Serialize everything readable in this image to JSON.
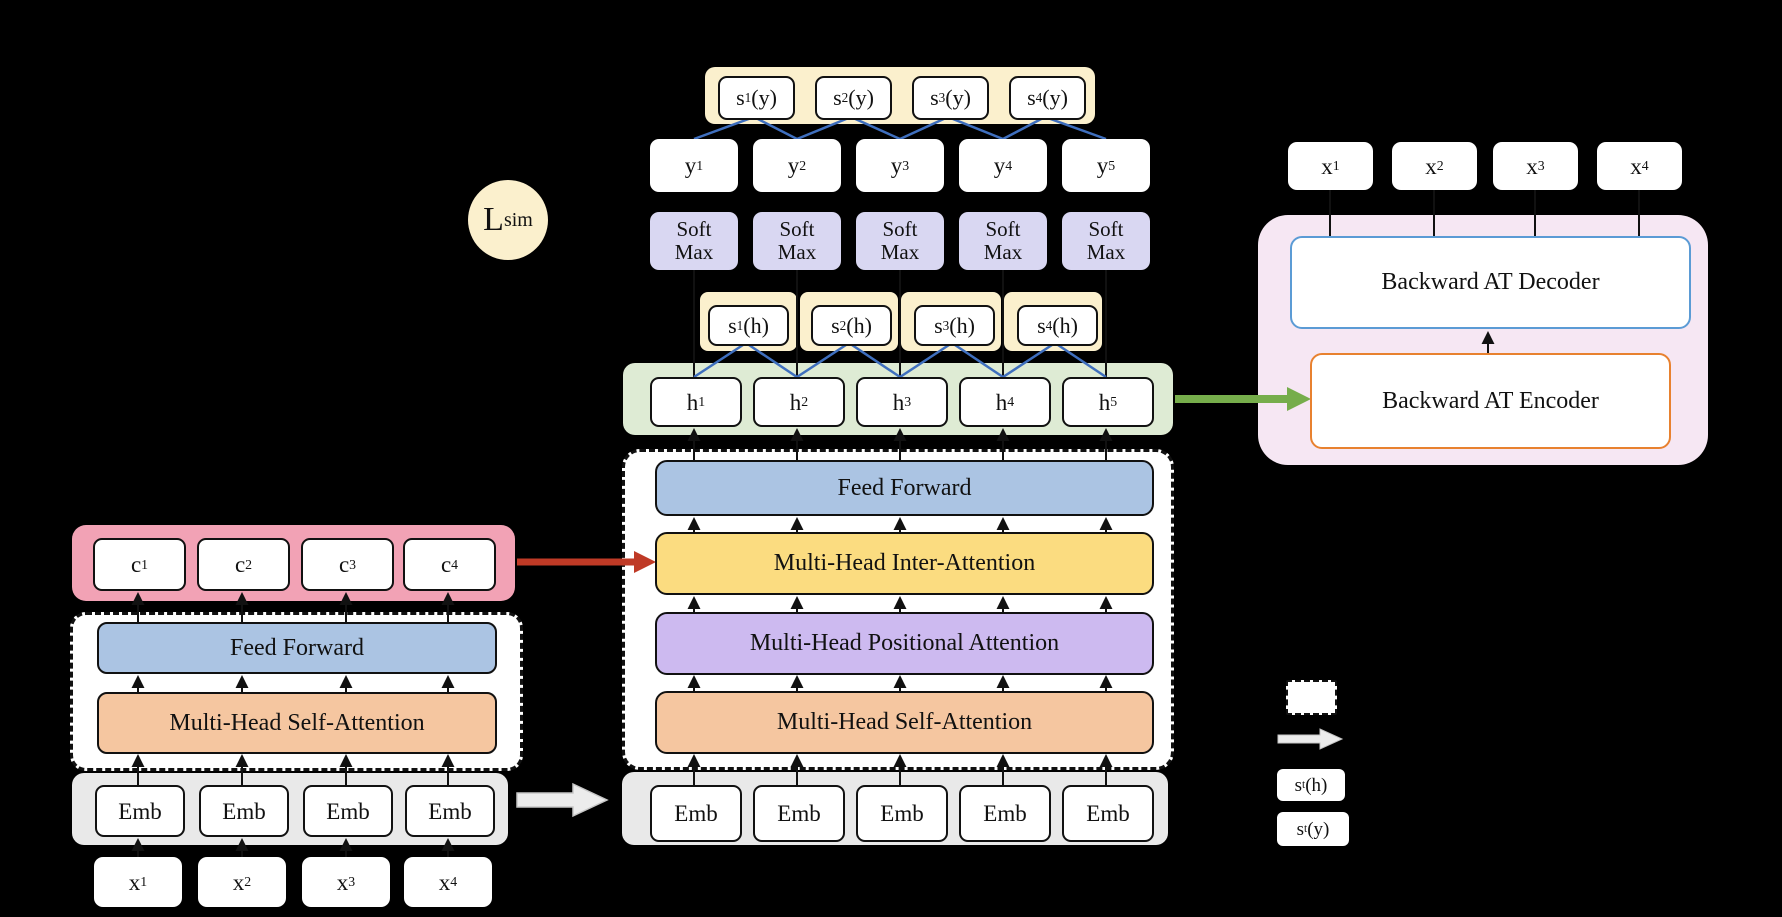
{
  "colors": {
    "background": "#000000",
    "cream": "#fbf0cd",
    "softmax_lavender": "#d9d7f2",
    "green_container": "#deebd4",
    "gray_container": "#e9e9e9",
    "pink_strong": "#f2a2b5",
    "pink_light": "#f6e7f3",
    "bar_blue": "#abc4e3",
    "bar_yellow": "#fbdc80",
    "bar_purple": "#cdbaf0",
    "bar_orange": "#f5c6a0",
    "arrow_red": "#bf3a26",
    "arrow_green": "#76ad4b",
    "zigzag_blue": "#3f6fbe",
    "decoder_border_blue": "#5b9bd5",
    "encoder_border_orange": "#e8812f"
  },
  "loss": {
    "base": "L",
    "sub": "sim"
  },
  "softmax": {
    "line1": "Soft",
    "line2": "Max"
  },
  "emb_label": "Emb",
  "top": {
    "s_y": [
      {
        "b": "s",
        "sub": "1",
        "suf": "(y)"
      },
      {
        "b": "s",
        "sub": "2",
        "suf": "(y)"
      },
      {
        "b": "s",
        "sub": "3",
        "suf": "(y)"
      },
      {
        "b": "s",
        "sub": "4",
        "suf": "(y)"
      }
    ],
    "y": [
      {
        "b": "y",
        "sub": "1"
      },
      {
        "b": "y",
        "sub": "2"
      },
      {
        "b": "y",
        "sub": "3"
      },
      {
        "b": "y",
        "sub": "4"
      },
      {
        "b": "y",
        "sub": "5"
      }
    ]
  },
  "mid": {
    "s_h": [
      {
        "b": "s",
        "sub": "1",
        "suf": "(h)"
      },
      {
        "b": "s",
        "sub": "2",
        "suf": "(h)"
      },
      {
        "b": "s",
        "sub": "3",
        "suf": "(h)"
      },
      {
        "b": "s",
        "sub": "4",
        "suf": "(h)"
      }
    ],
    "h": [
      {
        "b": "h",
        "sub": "1"
      },
      {
        "b": "h",
        "sub": "2"
      },
      {
        "b": "h",
        "sub": "3"
      },
      {
        "b": "h",
        "sub": "4"
      },
      {
        "b": "h",
        "sub": "5"
      }
    ],
    "layers": {
      "ff": "Feed Forward",
      "inter": "Multi-Head Inter-Attention",
      "pos": "Multi-Head Positional Attention",
      "self": "Multi-Head Self-Attention"
    }
  },
  "left": {
    "c": [
      {
        "b": "c",
        "sub": "1"
      },
      {
        "b": "c",
        "sub": "2"
      },
      {
        "b": "c",
        "sub": "3"
      },
      {
        "b": "c",
        "sub": "4"
      }
    ],
    "x": [
      {
        "b": "x",
        "sub": "1"
      },
      {
        "b": "x",
        "sub": "2"
      },
      {
        "b": "x",
        "sub": "3"
      },
      {
        "b": "x",
        "sub": "4"
      }
    ],
    "layers": {
      "ff": "Feed Forward",
      "self": "Multi-Head Self-Attention"
    }
  },
  "right": {
    "x": [
      {
        "b": "x",
        "sub": "1"
      },
      {
        "b": "x",
        "sub": "2"
      },
      {
        "b": "x",
        "sub": "3"
      },
      {
        "b": "x",
        "sub": "4"
      }
    ],
    "decoder": "Backward AT Decoder",
    "encoder": "Backward AT Encoder"
  },
  "legend": {
    "s_h": {
      "b": "s",
      "sub": "t",
      "suf": "(h)"
    },
    "s_y": {
      "b": "s",
      "sub": "t",
      "suf": "(y)"
    }
  }
}
